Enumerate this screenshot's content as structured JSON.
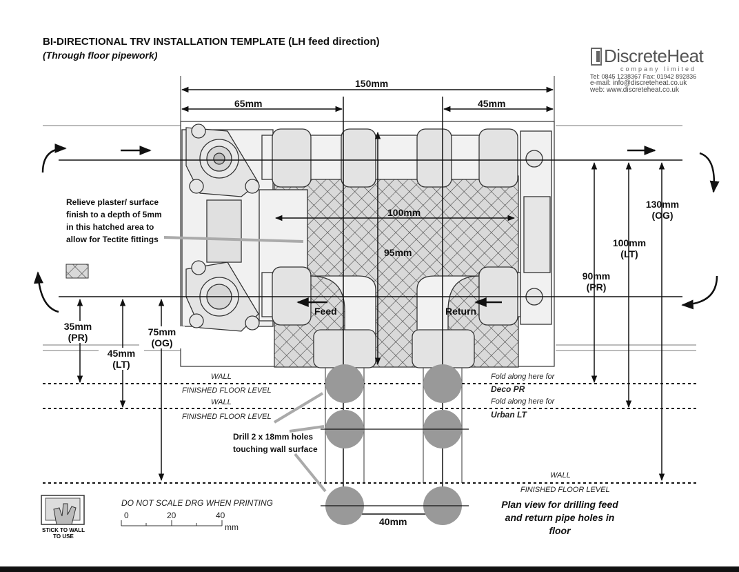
{
  "header": {
    "title": "BI-DIRECTIONAL TRV INSTALLATION TEMPLATE (LH feed direction)",
    "subtitle": "(Through floor pipework)"
  },
  "logo": {
    "name": "DiscreteHeat",
    "tagline": "company limited",
    "tel": "Tel: 0845 1238367    Fax: 01942 892836",
    "email": "e-mail: info@discreteheat.co.uk",
    "web": "web: www.discreteheat.co.uk"
  },
  "dimensions": {
    "d150": "150mm",
    "d65": "65mm",
    "d45": "45mm",
    "d100": "100mm",
    "d95": "95mm",
    "d40": "40mm",
    "r130": "130mm",
    "r130_sub": "(OG)",
    "r100": "100mm",
    "r100_sub": "(LT)",
    "r90": "90mm",
    "r90_sub": "(PR)",
    "l35": "35mm",
    "l35_sub": "(PR)",
    "l45": "45mm",
    "l45_sub": "(LT)",
    "l75": "75mm",
    "l75_sub": "(OG)"
  },
  "labels": {
    "feed": "Feed",
    "return": "Return",
    "relieve_note": "Relieve plaster/ surface finish to a depth of 5mm in this hatched area to allow for Tectite fittings",
    "drill_note_1": "Drill 2 x 18mm holes",
    "drill_note_2": "touching wall surface",
    "plan_view": "Plan view for drilling feed and return pipe holes in floor",
    "stick_to_wall": "STICK TO WALL",
    "to_use": "TO USE"
  },
  "floor_lines": {
    "wall": "WALL",
    "finished_floor": "FINISHED FLOOR LEVEL",
    "fold_deco": "Fold along here for",
    "deco_pr": "Deco PR",
    "fold_urban": "Fold along here for",
    "urban_lt": "Urban LT"
  },
  "scale": {
    "note": "DO NOT SCALE DRG WHEN PRINTING",
    "t0": "0",
    "t20": "20",
    "t40": "40",
    "unit": "mm"
  }
}
